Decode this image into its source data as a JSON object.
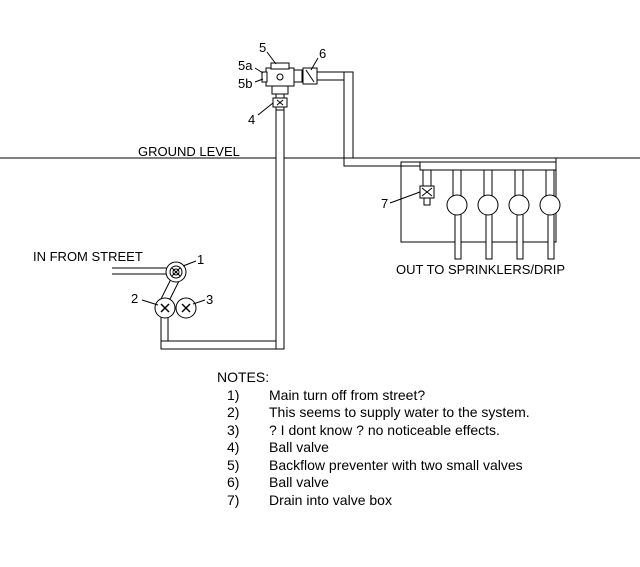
{
  "labels": {
    "ground_level": "GROUND LEVEL",
    "in_from_street": "IN FROM STREET",
    "out_to_sprinklers": "OUT TO SPRINKLERS/DRIP"
  },
  "callouts": {
    "c1": "1",
    "c2": "2",
    "c3": "3",
    "c4": "4",
    "c5": "5",
    "c5a": "5a",
    "c5b": "5b",
    "c6": "6",
    "c7": "7"
  },
  "notes": {
    "title": "NOTES:",
    "items": [
      {
        "num": "1)",
        "text": "Main turn off from street?"
      },
      {
        "num": "2)",
        "text": "This seems to supply water to the system."
      },
      {
        "num": "3)",
        "text": "? I dont know ? no noticeable effects."
      },
      {
        "num": "4)",
        "text": "Ball valve"
      },
      {
        "num": "5)",
        "text": "Backflow preventer with two small valves"
      },
      {
        "num": "6)",
        "text": "Ball  valve"
      },
      {
        "num": "7)",
        "text": "Drain into valve box"
      }
    ]
  }
}
